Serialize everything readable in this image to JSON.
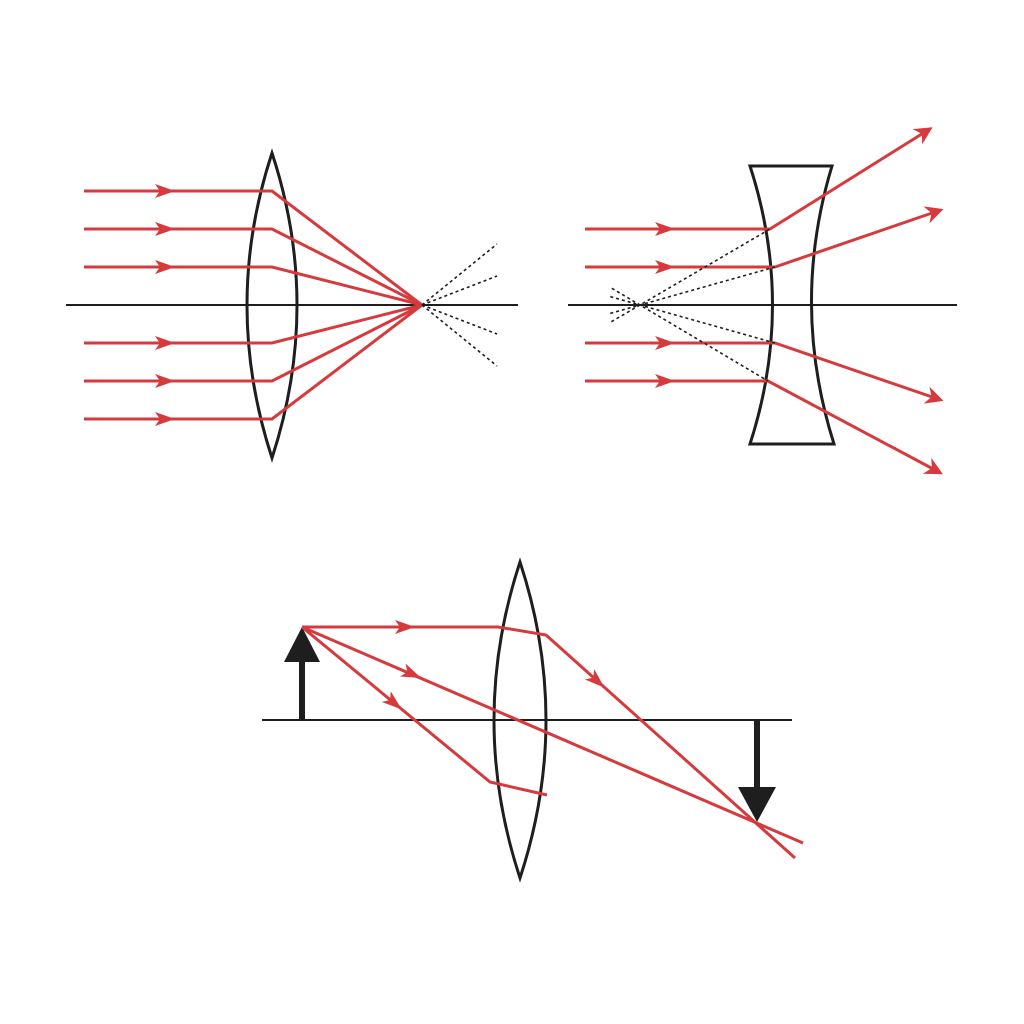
{
  "colors": {
    "ray": "#d63a3c",
    "outline": "#1e1e1e",
    "background": "#ffffff"
  },
  "diagrams": [
    {
      "id": "converging-lens-parallel-rays",
      "lens": "biconvex",
      "ray_count": 6
    },
    {
      "id": "diverging-lens-parallel-rays",
      "lens": "biconcave",
      "ray_count": 4
    },
    {
      "id": "converging-lens-image-formation",
      "lens": "biconvex",
      "ray_count": 3
    }
  ]
}
